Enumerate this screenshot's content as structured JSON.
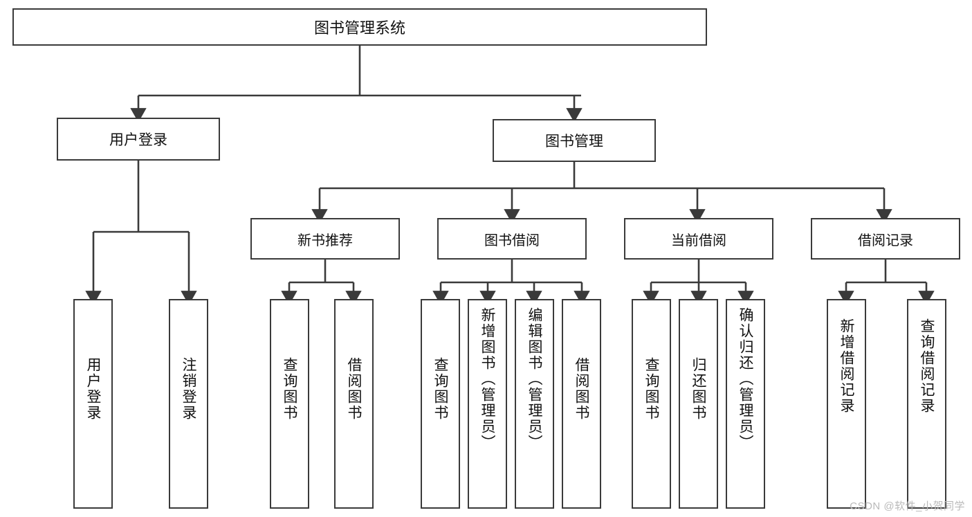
{
  "diagram": {
    "title": "图书管理系统",
    "type": "tree-hierarchy-diagram",
    "root": {
      "label": "图书管理系统"
    },
    "level2": [
      {
        "label": "用户登录"
      },
      {
        "label": "图书管理"
      }
    ],
    "level3": [
      {
        "label": "新书推荐"
      },
      {
        "label": "图书借阅"
      },
      {
        "label": "当前借阅"
      },
      {
        "label": "借阅记录"
      }
    ],
    "leaves": {
      "user_login": [
        {
          "label": "用户登录"
        },
        {
          "label": "注销登录"
        }
      ],
      "new_book_recommend": [
        {
          "label": "查询图书"
        },
        {
          "label": "借阅图书"
        }
      ],
      "book_borrow": [
        {
          "label": "查询图书"
        },
        {
          "label": "新增图书（管理员）"
        },
        {
          "label": "编辑图书（管理员）"
        },
        {
          "label": "借阅图书"
        }
      ],
      "current_borrow": [
        {
          "label": "查询图书"
        },
        {
          "label": "归还图书"
        },
        {
          "label": "确认归还（管理员）"
        }
      ],
      "borrow_record": [
        {
          "label": "新增借阅记录"
        },
        {
          "label": "查询借阅记录"
        }
      ]
    }
  },
  "watermark": {
    "text": "CSDN @软件_小贺同学"
  },
  "colors": {
    "background": "#ffffff",
    "border": "#3a3a3a",
    "text": "#111111",
    "watermark": "#b9b9b9"
  }
}
